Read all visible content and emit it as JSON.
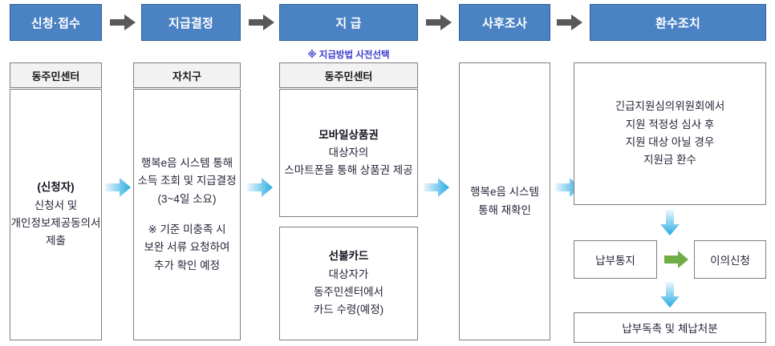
{
  "diagram": {
    "title_row": [
      {
        "label": "신청·접수"
      },
      {
        "label": "지급결정"
      },
      {
        "label": "지  급"
      },
      {
        "label": "사후조사"
      },
      {
        "label": "환수조치"
      }
    ],
    "note": "※ 지급방법 사전선택",
    "sub_headers": [
      {
        "label": "동주민센터"
      },
      {
        "label": "자치구"
      },
      {
        "label": "동주민센터"
      }
    ],
    "columns": [
      {
        "name": "application",
        "lines": [
          {
            "text": "(신청자)",
            "bold": true
          },
          {
            "text": "신청서 및",
            "bold": false
          },
          {
            "text": "개인정보제공동의서",
            "bold": false
          },
          {
            "text": "제출",
            "bold": false
          }
        ]
      },
      {
        "name": "payment-decision",
        "lines": [
          {
            "text": "행복e음 시스템 통해",
            "bold": false
          },
          {
            "text": "소득 조회 및 지급결정",
            "bold": false
          },
          {
            "text": "(3~4일 소요)",
            "bold": false
          },
          {
            "text": "",
            "bold": false,
            "spacer": true
          },
          {
            "text": "※ 기준 미충족 시",
            "bold": false
          },
          {
            "text": "보완 서류 요청하여",
            "bold": false
          },
          {
            "text": "추가 확인 예정",
            "bold": false
          }
        ]
      },
      {
        "name": "payment-mobile-voucher",
        "lines": [
          {
            "text": "모바일상품권",
            "bold": true
          },
          {
            "text": "대상자의",
            "bold": false
          },
          {
            "text": "스마트폰을 통해 상품권 제공",
            "bold": false
          }
        ]
      },
      {
        "name": "payment-prepaid-card",
        "lines": [
          {
            "text": "선불카드",
            "bold": true
          },
          {
            "text": "대상자가",
            "bold": false
          },
          {
            "text": "동주민센터에서",
            "bold": false
          },
          {
            "text": "카드 수령(예정)",
            "bold": false
          }
        ]
      },
      {
        "name": "post-investigation",
        "lines": [
          {
            "text": "행복e음 시스템",
            "bold": false
          },
          {
            "text": "통해 재확인",
            "bold": false
          }
        ]
      },
      {
        "name": "recovery-review",
        "lines": [
          {
            "text": "긴급지원심의위원회에서",
            "bold": false
          },
          {
            "text": "지원 적정성 심사 후",
            "bold": false
          },
          {
            "text": "지원 대상 아닐 경우",
            "bold": false
          },
          {
            "text": "지원금 환수",
            "bold": false
          }
        ]
      }
    ],
    "recovery_steps": {
      "payment_notice": "납부통지",
      "objection": "이의신청",
      "enforcement": "납부독촉 및 체납처분"
    },
    "colors": {
      "header_fill": "#4a82c4",
      "header_border": "#2f5f96",
      "subheader_fill": "#f2f2f2",
      "box_border": "#7f7f7f",
      "gray_arrow": "#595959",
      "blue_arrow": "#29abe2",
      "green_arrow": "#70ad47",
      "note_text": "#3c3cd0"
    }
  }
}
